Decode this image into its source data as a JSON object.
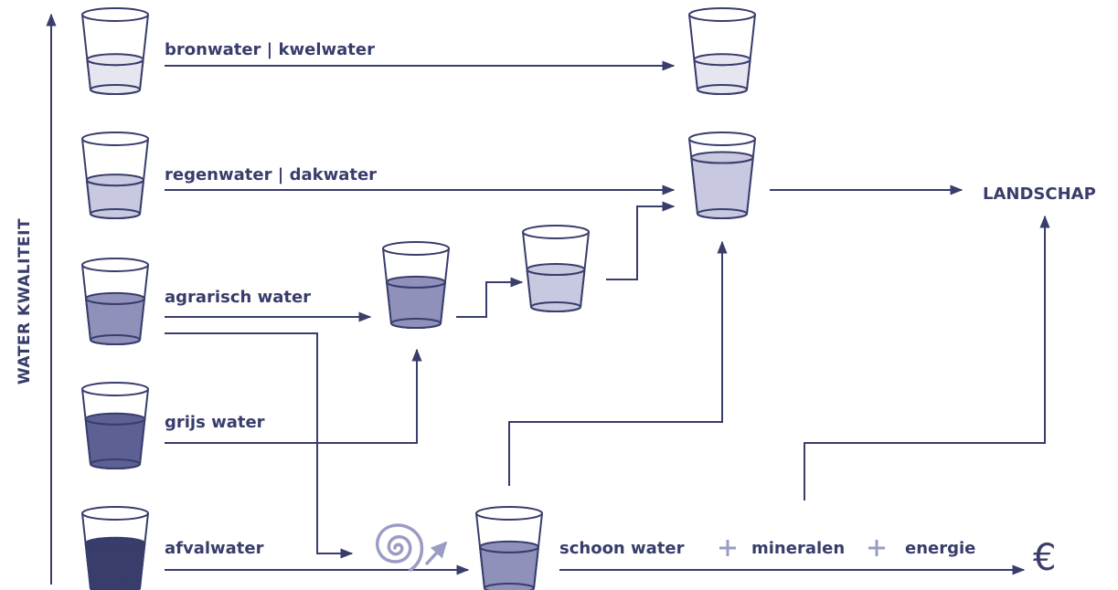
{
  "axis": {
    "label": "WATER KWALITEIT"
  },
  "sources": [
    {
      "label": "bronwater | kwelwater"
    },
    {
      "label": "regenwater | dakwater"
    },
    {
      "label": "agrarisch water"
    },
    {
      "label": "grijs water"
    },
    {
      "label": "afvalwater"
    }
  ],
  "outputs": {
    "landschap": "LANDSCHAP",
    "schoon_water": "schoon water",
    "mineralen": "mineralen",
    "energie": "energie",
    "plus_symbol": "+",
    "euro": "€"
  },
  "colors": {
    "ink": "#383d6b",
    "water_clear": "#e6e6f1",
    "water_light": "#c8c9e1",
    "water_mid": "#8f91bb",
    "water_dark": "#5d6093",
    "water_darkest": "#383d6b",
    "swirl": "#9a9cc4"
  },
  "icons": [
    "glass-icon",
    "spiral-icon",
    "arrow-icon"
  ]
}
